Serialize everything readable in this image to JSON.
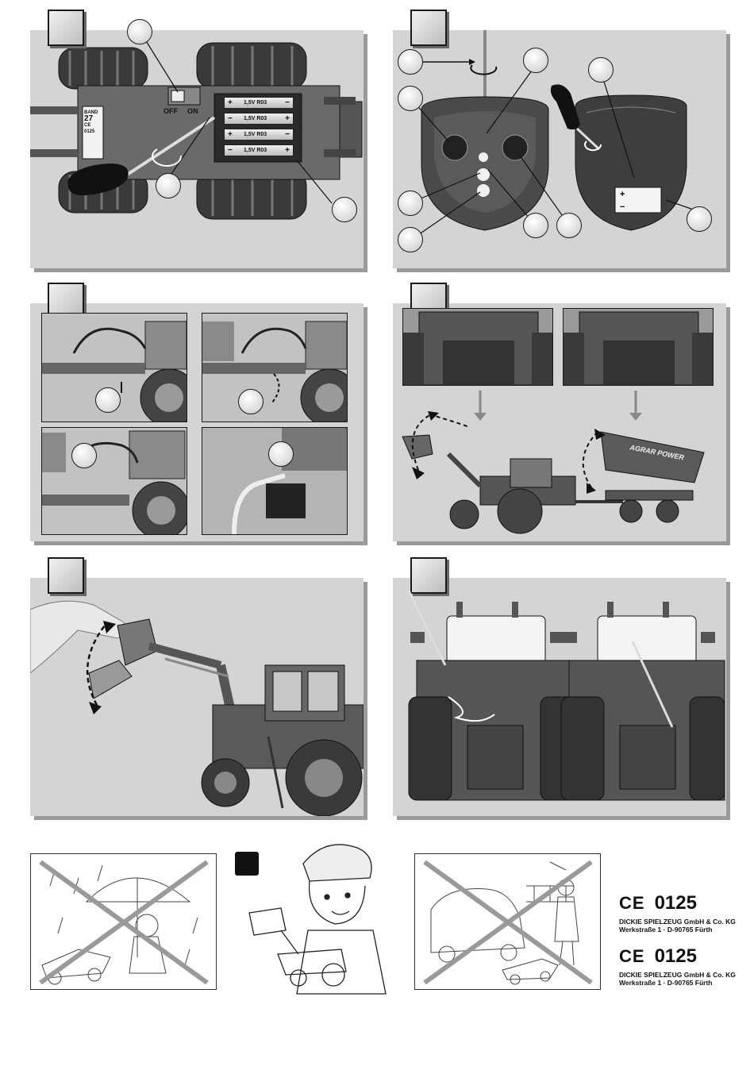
{
  "panel1": {
    "switch_off": "OFF",
    "switch_on": "ON",
    "battery_label": "1,5V R03",
    "battery_rows": 4,
    "side_label_top": "BAND",
    "side_label_num": "27",
    "side_label_ce": "CE 0125"
  },
  "panel4": {
    "trailer_brand": "AGRAR POWER"
  },
  "ce_blocks": [
    {
      "mark": "CE",
      "number": "0125",
      "company": "DICKIE SPIELZEUG GmbH & Co. KG",
      "address": "Werkstraße 1 · D-90765 Fürth"
    },
    {
      "mark": "CE",
      "number": "0125",
      "company": "DICKIE SPIELZEUG GmbH & Co. KG",
      "address": "Werkstraße 1 · D-90765 Fürth"
    }
  ],
  "colors": {
    "panel_bg": "#d4d4d4",
    "panel_shadow": "#9a9a9a",
    "warning_cross": "#9a9a9a",
    "ink": "#1a1a1a"
  },
  "icons": [
    "step-number-box",
    "callout-circle",
    "rotation-arrow-icon",
    "screwdriver-icon",
    "cross-out-icon",
    "black-square-icon"
  ]
}
